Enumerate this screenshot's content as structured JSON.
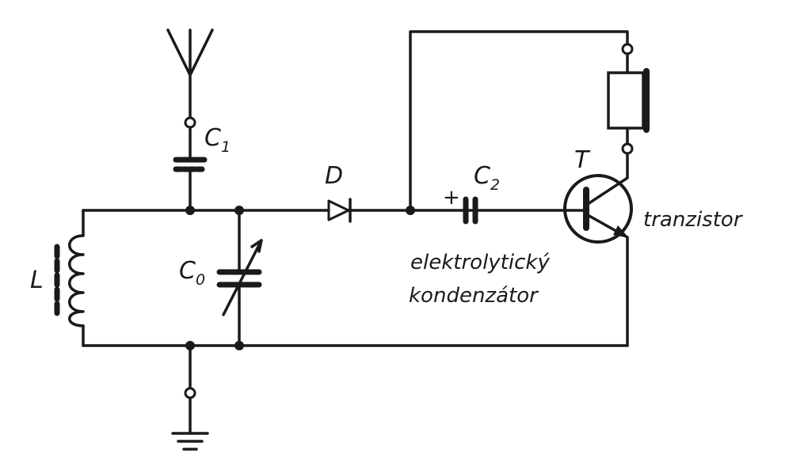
{
  "labels": {
    "c1": "C",
    "c1_sub": "1",
    "c0": "C",
    "c0_sub": "0",
    "c2": "C",
    "c2_sub": "2",
    "inductor": "L",
    "diode": "D",
    "transistor": "T",
    "transistor_text": "tranzistor",
    "plus": "+",
    "electrolytic_line1": "elektrolytický",
    "electrolytic_line2": "kondenzátor"
  },
  "colors": {
    "ink": "#1a1a1a",
    "paper": "#ffffff"
  }
}
